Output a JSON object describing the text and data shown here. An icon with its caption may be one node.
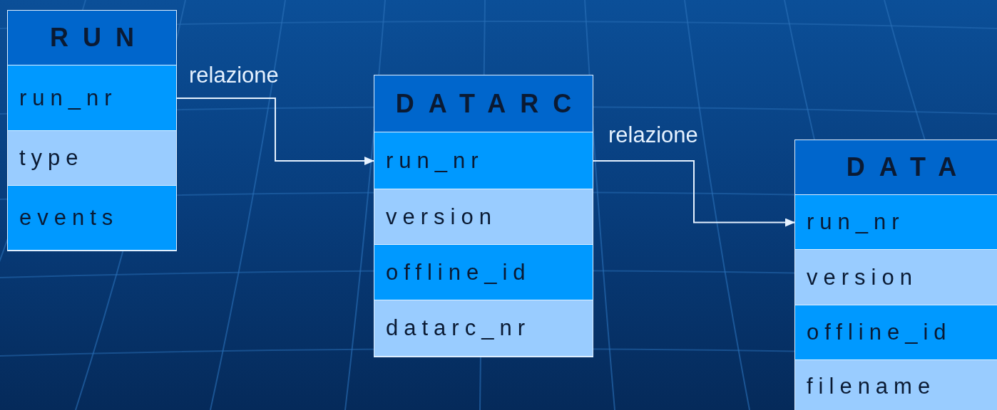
{
  "diagram": {
    "nodes": [
      {
        "text": [
          "RUN"
        ]
      },
      {
        "text": [
          "run_nr"
        ],
        "in": 0
      },
      {
        "text": [
          "type"
        ],
        "in": 0
      },
      {
        "text": [
          "events"
        ],
        "in": 0
      },
      {
        "text": [
          "DATARC"
        ]
      },
      {
        "text": [
          "run_nr"
        ],
        "in": 4
      },
      {
        "text": [
          "version"
        ],
        "in": 4
      },
      {
        "text": [
          "offline_id"
        ],
        "in": 4
      },
      {
        "text": [
          "datarc_nr"
        ],
        "in": 4
      },
      {
        "text": [
          "DATA"
        ]
      },
      {
        "text": [
          "run_nr"
        ],
        "in": 9
      },
      {
        "text": [
          "version"
        ],
        "in": 9
      },
      {
        "text": [
          "offline_id"
        ],
        "in": 9
      },
      {
        "text": [
          "filename"
        ],
        "in": 9
      }
    ],
    "edges": [
      {
        "from": 1,
        "to": 5,
        "arrow": "to",
        "label": "relazione"
      },
      {
        "from": 5,
        "to": 10,
        "arrow": "to",
        "label": "relazione"
      }
    ]
  }
}
